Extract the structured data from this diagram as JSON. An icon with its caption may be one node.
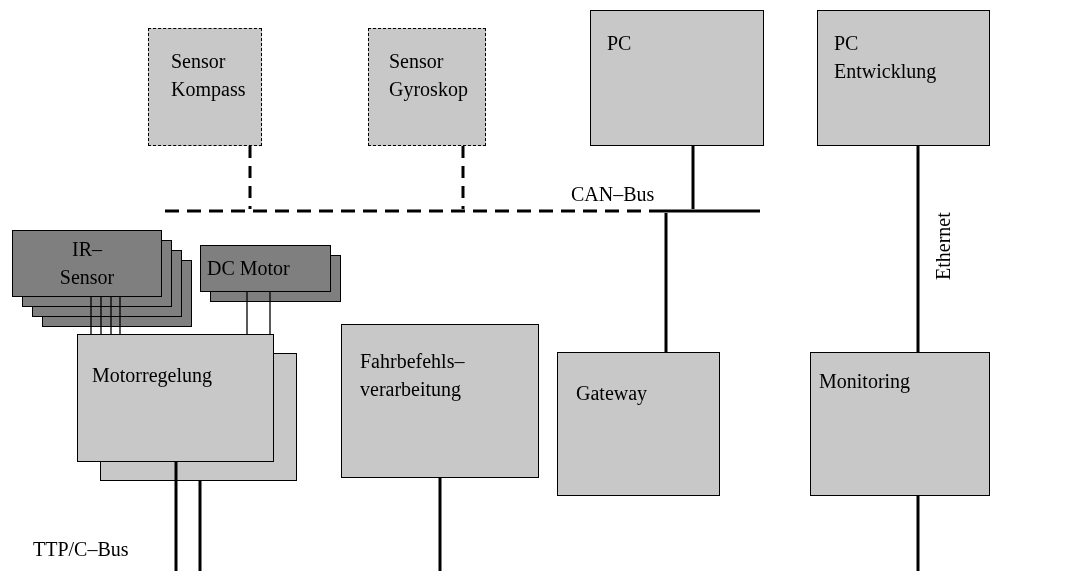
{
  "diagram": {
    "nodes": [
      {
        "text": [
          "Sensor Kompass"
        ]
      },
      {
        "text": [
          "Sensor Gyroskop"
        ]
      },
      {
        "text": [
          "PC"
        ]
      },
      {
        "text": [
          "PC Entwicklung"
        ]
      },
      {
        "text": [],
        "shape": "bar",
        "beside": [
          "CAN–Bus"
        ]
      },
      {
        "text": [
          "IR–Sensor"
        ]
      },
      {
        "text": [
          "DC Motor"
        ]
      },
      {
        "text": [
          "Motorregelung"
        ]
      },
      {
        "text": [
          "Fahrbefehls–verarbeitung"
        ]
      },
      {
        "text": [
          "Gateway"
        ]
      },
      {
        "text": [
          "Monitoring"
        ]
      }
    ],
    "edges": [
      {
        "from": 0,
        "to": 4,
        "arrow": "none",
        "style": "dashed"
      },
      {
        "from": 1,
        "to": 4,
        "arrow": "none",
        "style": "dashed"
      },
      {
        "from": 2,
        "to": 4,
        "arrow": "none"
      },
      {
        "from": 9,
        "to": 4,
        "arrow": "none"
      },
      {
        "from": 3,
        "to": 10,
        "arrow": "none",
        "label": "Ethernet"
      },
      {
        "from": 5,
        "to": 7,
        "arrow": "none"
      },
      {
        "from": 5,
        "to": 7,
        "arrow": "none"
      },
      {
        "from": 5,
        "to": 7,
        "arrow": "none"
      },
      {
        "from": 5,
        "to": 7,
        "arrow": "none"
      },
      {
        "from": 6,
        "to": 7,
        "arrow": "none"
      },
      {
        "from": 6,
        "to": 7,
        "arrow": "none"
      },
      {
        "from": 7,
        "to": null,
        "arrow": "none"
      },
      {
        "from": 7,
        "to": null,
        "arrow": "none"
      },
      {
        "from": 8,
        "to": null,
        "arrow": "none"
      },
      {
        "from": 10,
        "to": null,
        "arrow": "none"
      }
    ],
    "labels": [
      "TTP/C–Bus"
    ]
  }
}
